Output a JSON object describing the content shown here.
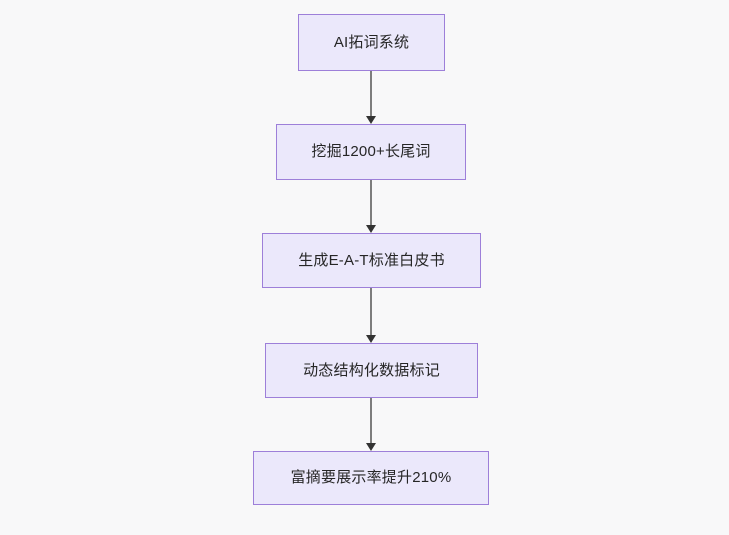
{
  "diagram": {
    "type": "flowchart",
    "orientation": "top-to-bottom",
    "background_color": "#f8f8f9",
    "node_fill_color": "#ebe8fb",
    "node_border_color": "#9d7fd9",
    "node_text_color": "#262626",
    "edge_line_color": "#7d7d7d",
    "edge_arrowhead_color": "#333333",
    "nodes": [
      {
        "id": "node-1",
        "label": "AI拓词系统"
      },
      {
        "id": "node-2",
        "label": "挖掘1200+长尾词"
      },
      {
        "id": "node-3",
        "label": "生成E-A-T标准白皮书"
      },
      {
        "id": "node-4",
        "label": "动态结构化数据标记"
      },
      {
        "id": "node-5",
        "label": "富摘要展示率提升210%"
      }
    ],
    "edges": [
      {
        "id": "edge-1",
        "from": "node-1",
        "to": "node-2",
        "label": ""
      },
      {
        "id": "edge-2",
        "from": "node-2",
        "to": "node-3",
        "label": ""
      },
      {
        "id": "edge-3",
        "from": "node-3",
        "to": "node-4",
        "label": ""
      },
      {
        "id": "edge-4",
        "from": "node-4",
        "to": "node-5",
        "label": ""
      }
    ]
  }
}
